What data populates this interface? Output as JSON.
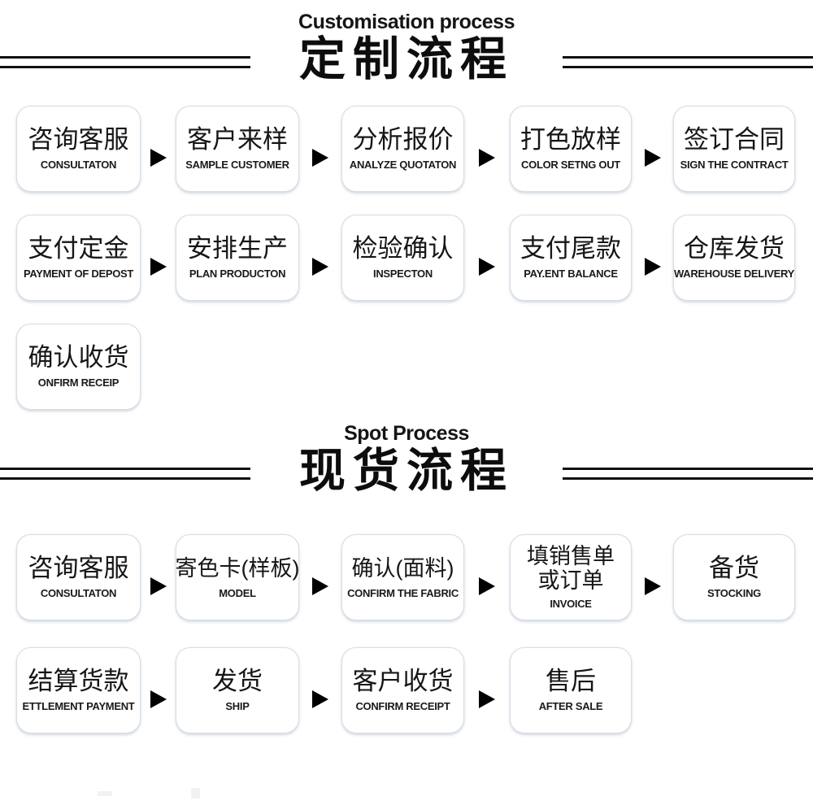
{
  "colors": {
    "text": "#111111",
    "box_border": "#d9dee4",
    "arrow": "#000000",
    "rule": "#111111"
  },
  "sections": [
    {
      "title_en": "Customisation process",
      "title_zh": "定制流程",
      "rows": [
        {
          "boxes": [
            {
              "zh": "咨询客服",
              "en": "CONSULTATON"
            },
            {
              "zh": "客户来样",
              "en": "SAMPLE CUSTOMER"
            },
            {
              "zh": "分析报价",
              "en": "ANALYZE QUOTATON"
            },
            {
              "zh": "打色放样",
              "en": "COLOR SETNG OUT"
            },
            {
              "zh": "签订合同",
              "en": "SIGN THE CONTRACT"
            }
          ]
        },
        {
          "boxes": [
            {
              "zh": "支付定金",
              "en": "PAYMENT OF DEPOST"
            },
            {
              "zh": "安排生产",
              "en": "PLAN PRODUCTON"
            },
            {
              "zh": "检验确认",
              "en": "INSPECTON"
            },
            {
              "zh": "支付尾款",
              "en": "PAY.ENT BALANCE"
            },
            {
              "zh": "仓库发货",
              "en": "WAREHOUSE DELIVERY"
            }
          ]
        },
        {
          "boxes": [
            {
              "zh": "确认收货",
              "en": "ONFIRM RECEIP"
            }
          ]
        }
      ]
    },
    {
      "title_en": "Spot Process",
      "title_zh": "现货流程",
      "rows": [
        {
          "boxes": [
            {
              "zh": "咨询客服",
              "en": "CONSULTATON"
            },
            {
              "zh": "寄色卡(样板)",
              "en": "MODEL"
            },
            {
              "zh": "确认(面料)",
              "en": "CONFIRM THE FABRIC"
            },
            {
              "zh": "填销售单\n或订单",
              "en": "INVOICE"
            },
            {
              "zh": "备货",
              "en": "STOCKING"
            }
          ]
        },
        {
          "boxes": [
            {
              "zh": "结算货款",
              "en": "ETTLEMENT PAYMENT"
            },
            {
              "zh": "发货",
              "en": "SHIP"
            },
            {
              "zh": "客户收货",
              "en": "CONFIRM RECEIPT"
            },
            {
              "zh": "售后",
              "en": "AFTER SALE"
            }
          ]
        }
      ]
    }
  ]
}
